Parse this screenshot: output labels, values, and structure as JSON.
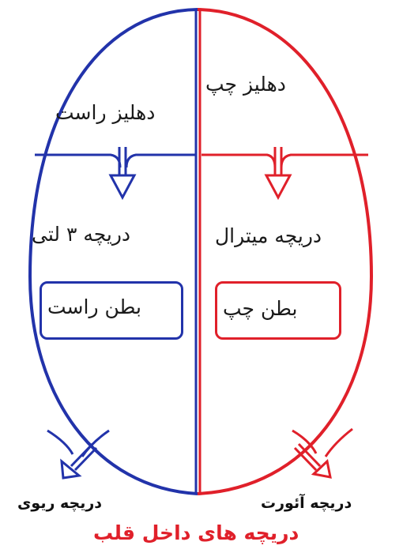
{
  "labels": {
    "right_atrium": "دهلیز راست",
    "left_atrium": "دهلیز چپ",
    "tricuspid_valve": "دریچه ۳ لتی",
    "mitral_valve": "دریچه میترال",
    "right_ventricle": "بطن راست",
    "left_ventricle": "بطن چپ",
    "pulmonary_valve": "دریچه ریوی",
    "aortic_valve": "دریچه آئورت",
    "title": "دریچه های داخل قلب"
  },
  "colors": {
    "right_side": "#2233aa",
    "left_side": "#e0202a",
    "title": "#e0202a"
  }
}
